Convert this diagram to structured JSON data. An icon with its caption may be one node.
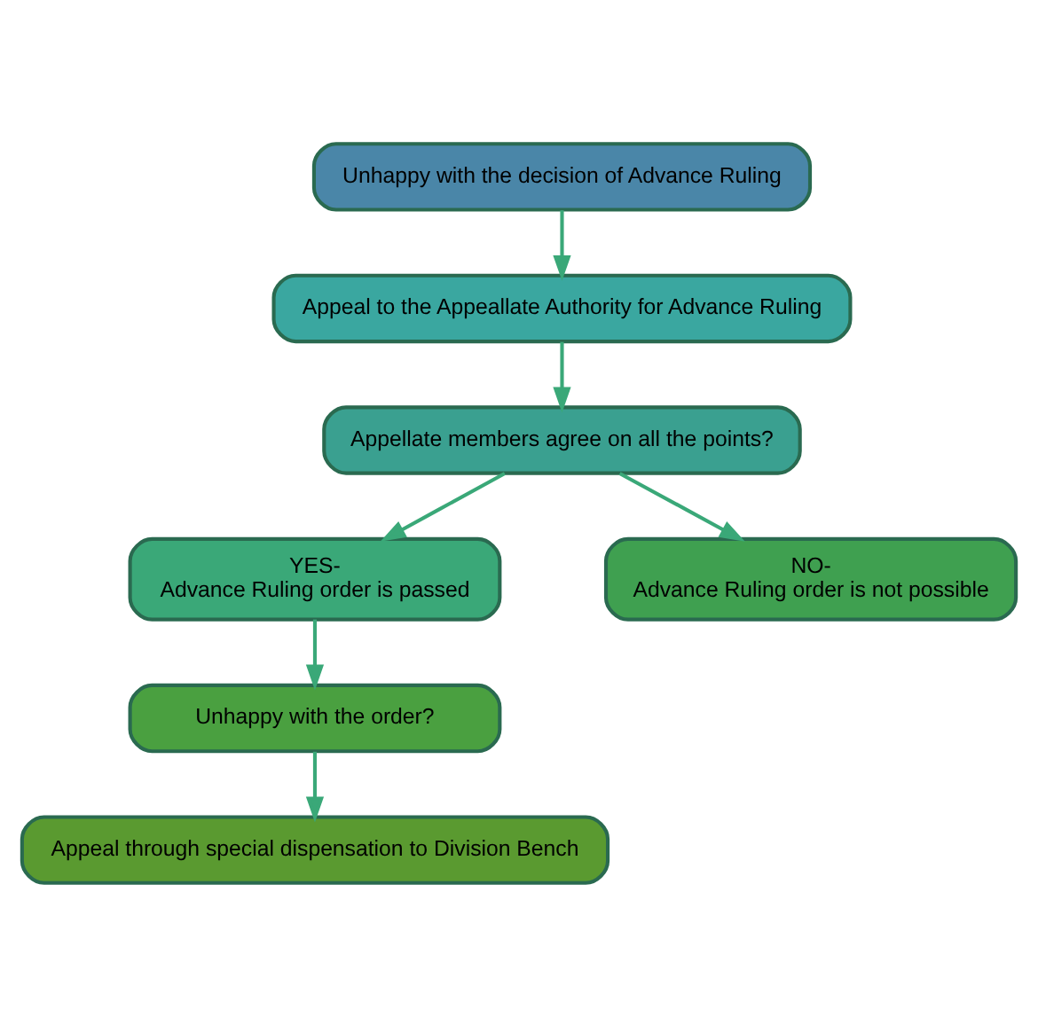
{
  "diagram": {
    "nodes": [
      {
        "text": [
          "Unhappy with the decision of Advance Ruling"
        ]
      },
      {
        "text": [
          "Appeal to the Appeallate Authority for Advance Ruling"
        ]
      },
      {
        "text": [
          "Appellate members agree on all the points?"
        ]
      },
      {
        "text": [
          "YES-",
          "Advance Ruling order is passed"
        ]
      },
      {
        "text": [
          "NO-",
          "Advance Ruling order is not possible"
        ]
      },
      {
        "text": [
          "Unhappy with the order?"
        ]
      },
      {
        "text": [
          "Appeal through special dispensation to Division Bench"
        ]
      }
    ],
    "edges": [
      {
        "from": 0,
        "to": 1,
        "arrow": "to"
      },
      {
        "from": 1,
        "to": 2,
        "arrow": "to"
      },
      {
        "from": 2,
        "to": 3,
        "arrow": "to"
      },
      {
        "from": 2,
        "to": 4,
        "arrow": "to"
      },
      {
        "from": 3,
        "to": 5,
        "arrow": "to"
      },
      {
        "from": 5,
        "to": 6,
        "arrow": "to"
      }
    ]
  }
}
